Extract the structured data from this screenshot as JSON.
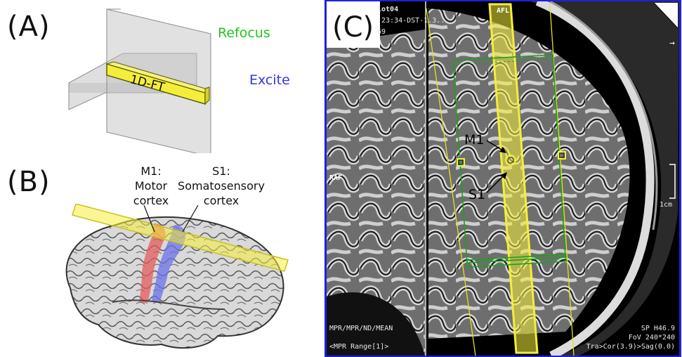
{
  "panel_a": {
    "letter": "(A)",
    "refocus_label": "Refocus",
    "excite_label": "Excite",
    "column_label": "1D-FT"
  },
  "panel_b": {
    "letter": "(B)",
    "m1_label_lines": [
      "M1:",
      "Motor",
      "cortex"
    ],
    "s1_label_lines": [
      "S1:",
      "Somatosensory",
      "cortex"
    ]
  },
  "panel_c": {
    "letter": "(C)",
    "overlay_top_left": [
      "lot04",
      ":23:34-DST-1.3...",
      "69"
    ],
    "orientation_top": "AFL",
    "orientation_left": "RAF",
    "scale_label": "1cm",
    "arrow_glyph": "→",
    "m1_label": "M1",
    "s1_label": "S1",
    "overlay_bottom_left": [
      "MPR/MPR/ND/MEAN",
      "<MPR Range[1]>"
    ],
    "overlay_bottom_right": [
      "SP H46.9",
      "FoV 240*240",
      "Tra>Cor(3.9)>Sag(0.0)"
    ]
  },
  "colors": {
    "refocus": "#22c322",
    "excite": "#3434e0",
    "highlight_yellow": "#f4ee3a",
    "motor_cortex": "#e35c5c",
    "somatosensory_cortex": "#6a72e8",
    "frame_blue": "#2020e0"
  }
}
